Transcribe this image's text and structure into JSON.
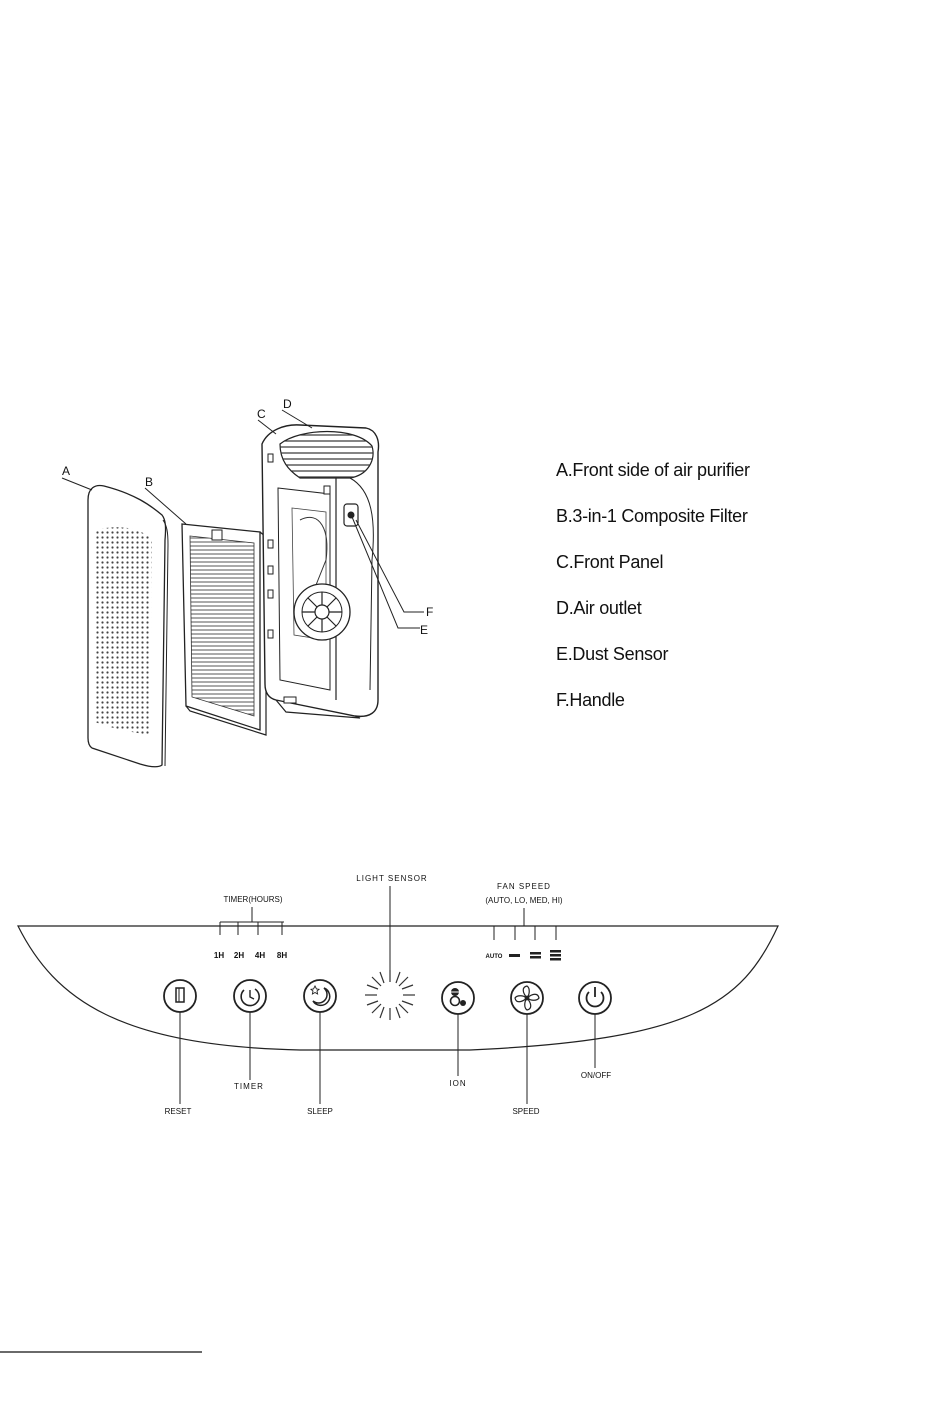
{
  "exploded_view": {
    "callouts": {
      "a": "A",
      "b": "B",
      "c": "C",
      "d": "D",
      "e": "E",
      "f": "F"
    },
    "legend": [
      "A.Front side of air purifier",
      "B.3-in-1 Composite Filter",
      "C.Front Panel",
      "D.Air outlet",
      "E.Dust Sensor",
      "F.Handle"
    ]
  },
  "control_panel": {
    "timer_title": "TIMER(HOURS)",
    "timer_options": [
      "1H",
      "2H",
      "4H",
      "8H"
    ],
    "light_sensor": "LIGHT SENSOR",
    "fan_speed_title": "FAN SPEED",
    "fan_speed_modes": "(AUTO, LO, MED, HI)",
    "fan_auto": "AUTO",
    "buttons": {
      "reset": "RESET",
      "timer": "TIMER",
      "sleep": "SLEEP",
      "ion": "ION",
      "speed": "SPEED",
      "on_off": "ON/OFF"
    }
  }
}
